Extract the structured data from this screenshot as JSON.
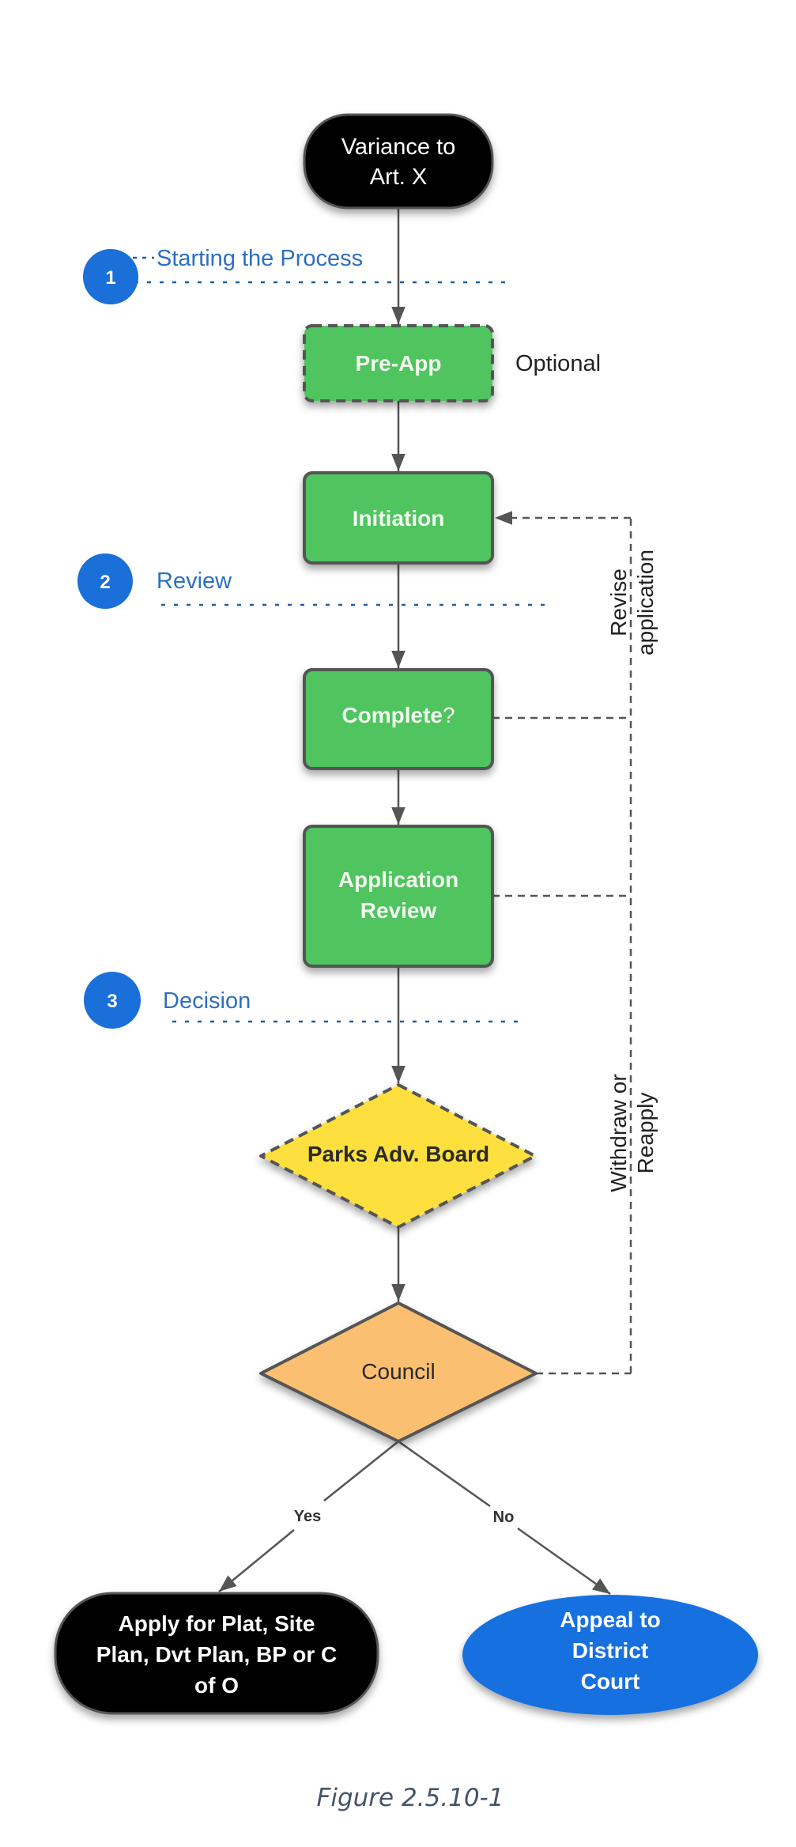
{
  "diagram": {
    "caption": "Figure 2.5.10-1",
    "colors": {
      "process_green": "#50c45e",
      "decision_yellow": "#fde03d",
      "decision_orange": "#fbbf72",
      "terminal_black": "#000000",
      "outcome_blue": "#1470e0",
      "phase_blue": "#1a6fd8",
      "phase_text": "#2c6fbf",
      "connector": "#555555",
      "caption_text": "#44546a"
    },
    "phases": [
      {
        "number": "1",
        "label": "Starting the Process"
      },
      {
        "number": "2",
        "label": "Review"
      },
      {
        "number": "3",
        "label": "Decision"
      }
    ],
    "nodes": {
      "start": {
        "lines": [
          "Variance to",
          "Art. X"
        ]
      },
      "pre_app": {
        "label": "Pre-App",
        "note": "Optional"
      },
      "initiation": {
        "label": "Initiation"
      },
      "complete": {
        "label": "Complete",
        "suffix": "?"
      },
      "application_review": {
        "lines": [
          "Application",
          "Review"
        ]
      },
      "parks_board": {
        "label": "Parks Adv. Board"
      },
      "council": {
        "label": "Council"
      },
      "apply": {
        "lines": [
          "Apply for Plat, Site",
          "Plan, Dvt Plan, BP or C",
          "of O"
        ]
      },
      "appeal": {
        "lines": [
          "Appeal to",
          "District",
          "Court"
        ]
      }
    },
    "edge_labels": {
      "yes": "Yes",
      "no": "No",
      "revise": [
        "Revise",
        "application"
      ],
      "withdraw": [
        "Withdraw or",
        "Reapply"
      ]
    }
  }
}
